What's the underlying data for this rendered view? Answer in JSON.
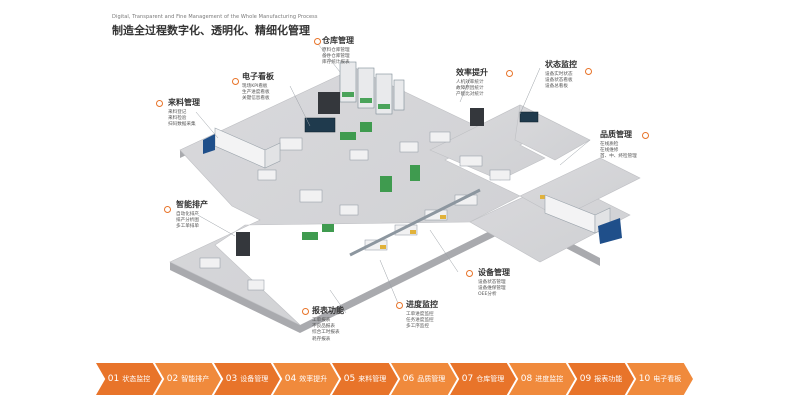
{
  "header": {
    "subtitle_en": "Digital, Transparent and Fine Management of the Whole Manufacturing Process",
    "title_cn": "制造全过程数字化、透明化、精细化管理"
  },
  "accent_color": "#e8742a",
  "callouts": [
    {
      "id": "warehouse",
      "title": "仓库管理",
      "items": [
        "原料仓库管理",
        "备件仓库管理",
        "库存统计报表"
      ]
    },
    {
      "id": "board-top",
      "title": "电子看板",
      "items": [
        "现场KPI看板",
        "生产进度看板",
        "关键信息看板"
      ]
    },
    {
      "id": "efficiency",
      "title": "效率提升",
      "items": [
        "人机效率统计",
        "故障原因统计",
        "产能比对统计"
      ]
    },
    {
      "id": "status",
      "title": "状态监控",
      "items": [
        "设备实时状态",
        "设备状态看板",
        "设备总看板"
      ]
    },
    {
      "id": "material",
      "title": "来料管理",
      "items": [
        "来料登记",
        "来料检验",
        "扫码数据采集"
      ]
    },
    {
      "id": "quality",
      "title": "品质管理",
      "items": [
        "在线质检",
        "在线维修",
        "首、中、终检管理"
      ]
    },
    {
      "id": "scheduling",
      "title": "智能排产",
      "items": [
        "自动化排产",
        "排产分析图",
        "多工单排单"
      ]
    },
    {
      "id": "equipment",
      "title": "设备管理",
      "items": [
        "设备状态管理",
        "设备维保管理",
        "OEE分析"
      ]
    },
    {
      "id": "progress",
      "title": "进度监控",
      "items": [
        "工单进度监控",
        "任务进度监控",
        "多工序监控"
      ]
    },
    {
      "id": "reports",
      "title": "报表功能",
      "items": [
        "工单报表",
        "不良品报表",
        "综合工时报表",
        "耗存报表"
      ]
    }
  ],
  "steps": [
    {
      "num": "01",
      "label": "状态监控"
    },
    {
      "num": "02",
      "label": "智能排产"
    },
    {
      "num": "03",
      "label": "设备管理"
    },
    {
      "num": "04",
      "label": "效率提升"
    },
    {
      "num": "05",
      "label": "来料管理"
    },
    {
      "num": "06",
      "label": "品质管理"
    },
    {
      "num": "07",
      "label": "仓库管理"
    },
    {
      "num": "08",
      "label": "进度监控"
    },
    {
      "num": "09",
      "label": "报表功能"
    },
    {
      "num": "10",
      "label": "电子看板"
    }
  ]
}
